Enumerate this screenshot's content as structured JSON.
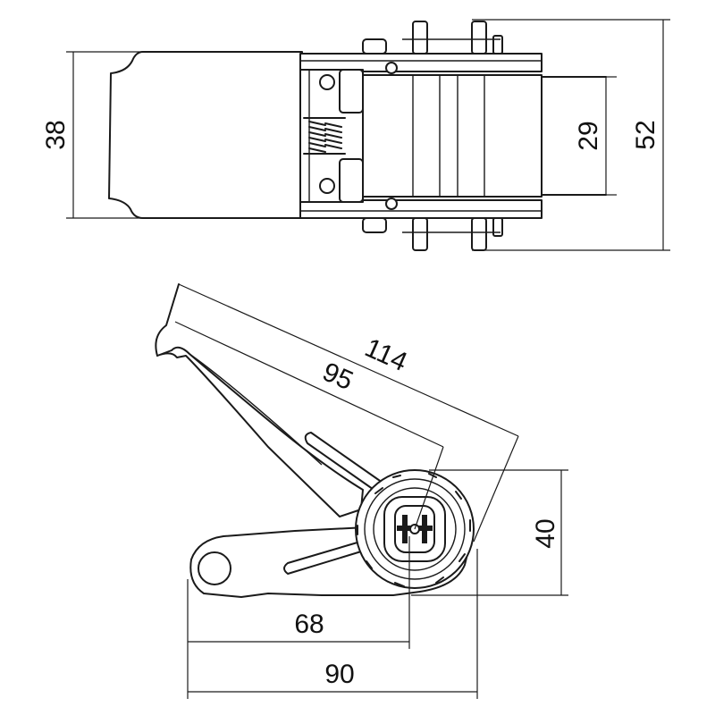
{
  "drawing": {
    "top_view": {
      "dimensions": [
        {
          "id": "width-38",
          "value": "38"
        },
        {
          "id": "webbing-29",
          "value": "29"
        },
        {
          "id": "overall-52",
          "value": "52"
        }
      ]
    },
    "side_view": {
      "dimensions": [
        {
          "id": "length-114",
          "value": "114"
        },
        {
          "id": "length-95",
          "value": "95"
        },
        {
          "id": "height-40",
          "value": "40"
        },
        {
          "id": "length-68",
          "value": "68"
        },
        {
          "id": "length-90",
          "value": "90"
        }
      ]
    }
  }
}
